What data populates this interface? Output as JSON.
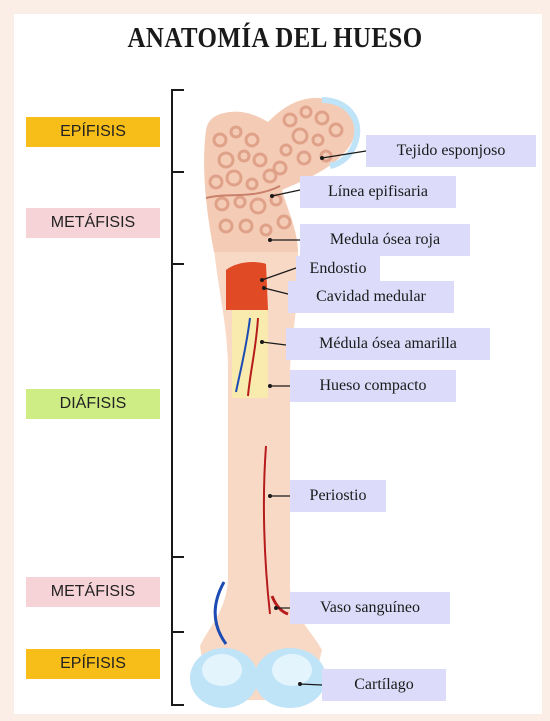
{
  "title": "ANATOMÍA DEL HUESO",
  "colors": {
    "epiphysis_label": "#f7bd18",
    "metaphysis_label": "#f6d3d6",
    "diaphysis_label": "#cfed85",
    "callout_bg": "#dcdcfa",
    "bone": "#f8d9c6",
    "spongy": "#e0a189",
    "red_marrow_cavity": "#e04a24",
    "yellow_marrow": "#f9ebad",
    "cartilage": "#bfe3f7",
    "vessel_red": "#b61c1c",
    "vessel_blue": "#1c4bb3"
  },
  "regions": [
    {
      "label": "EPÍFISIS",
      "kind": "epiphysis"
    },
    {
      "label": "METÁFISIS",
      "kind": "metaphysis"
    },
    {
      "label": "DIÁFISIS",
      "kind": "diaphysis"
    },
    {
      "label": "METÁFISIS",
      "kind": "metaphysis"
    },
    {
      "label": "EPÍFISIS",
      "kind": "epiphysis"
    }
  ],
  "parts": {
    "tejido_esponjoso": "Tejido esponjoso",
    "linea_epifisaria": "Línea epifisaria",
    "medula_osea_roja": "Medula ósea roja",
    "endostio": "Endostio",
    "cavidad_medular": "Cavidad medular",
    "medula_osea_amarilla": "Médula ósea amarilla",
    "hueso_compacto": "Hueso compacto",
    "periostio": "Periostio",
    "vaso_sanguineo": "Vaso sanguíneo",
    "cartilago": "Cartílago"
  }
}
